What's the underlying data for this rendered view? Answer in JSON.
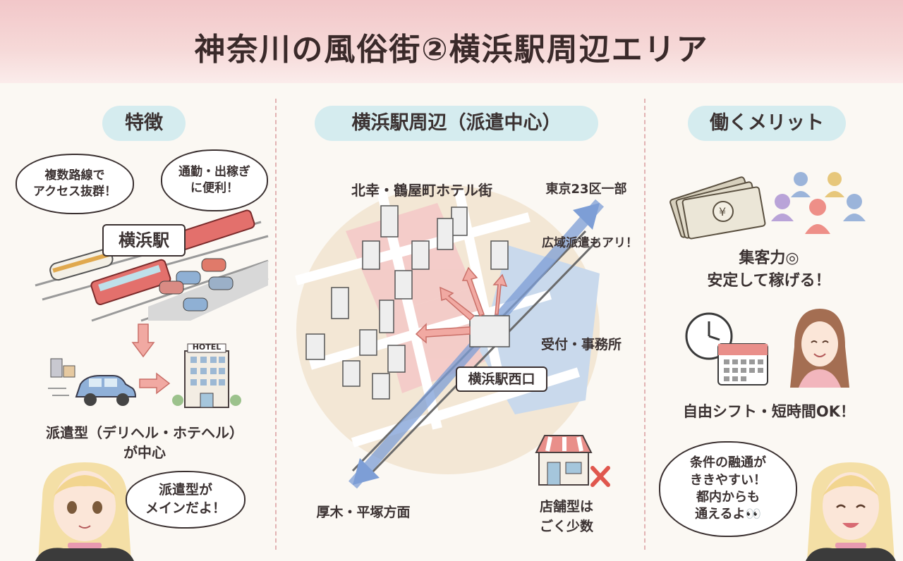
{
  "title": "神奈川の風俗街②横浜駅周辺エリア",
  "colors": {
    "header": "#f2c7c9",
    "pill": "#d5ecef",
    "accent_red": "#e07a6a",
    "arrow_blue": "#7d9ed6"
  },
  "left": {
    "heading": "特徴",
    "bubble_access": "複数路線で\nアクセス抜群！",
    "bubble_commute": "通勤・出稼ぎ\nに便利！",
    "station_label": "横浜駅",
    "hotel_sign": "HOTEL",
    "type_line1": "派遣型（デリヘル・ホテヘル）",
    "type_line2": "が中心",
    "girl_bubble": "派遣型が\nメインだよ！"
  },
  "center": {
    "heading": "横浜駅周辺（派遣中心）",
    "district_label": "北幸・鶴屋町ホテル街",
    "tokyo_label": "東京23区一部",
    "wide_area_label": "広域派遣もアリ！",
    "office_label": "受付・事務所",
    "west_exit_label": "横浜駅西口",
    "atsugi_label": "厚木・平塚方面",
    "store_line1": "店舗型は",
    "store_line2": "ごく少数"
  },
  "right": {
    "heading": "働くメリット",
    "merit1_line1": "集客力◎",
    "merit1_line2": "安定して稼げる！",
    "merit2": "自由シフト・短時間OK！",
    "girl_bubble": "条件の融通が\nききやすい！\n都内からも\n通えるよ👀"
  },
  "icons": [
    "train-icon",
    "car-icon",
    "hotel-icon",
    "map-icon",
    "money-icon",
    "people-icon",
    "clock-icon",
    "calendar-icon",
    "shop-icon",
    "girl-icon"
  ]
}
